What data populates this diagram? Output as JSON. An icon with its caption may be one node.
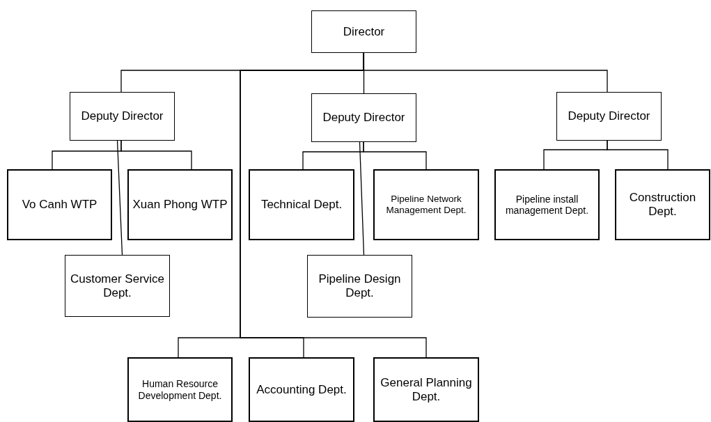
{
  "diagram": {
    "nodes": [
      {
        "text": [
          "Director"
        ]
      },
      {
        "text": [
          "Deputy Director"
        ]
      },
      {
        "text": [
          "Deputy Director"
        ]
      },
      {
        "text": [
          "Deputy Director"
        ]
      },
      {
        "text": [
          "Vo Canh WTP"
        ]
      },
      {
        "text": [
          "Xuan Phong WTP"
        ]
      },
      {
        "text": [
          "Customer Service Dept."
        ]
      },
      {
        "text": [
          "Technical Dept."
        ]
      },
      {
        "text": [
          "Pipeline Network Management Dept."
        ]
      },
      {
        "text": [
          "Pipeline Design Dept."
        ]
      },
      {
        "text": [
          "Pipeline install management Dept."
        ]
      },
      {
        "text": [
          "Construction Dept."
        ]
      },
      {
        "text": [
          "Human Resource Development Dept."
        ]
      },
      {
        "text": [
          "Accounting Dept."
        ]
      },
      {
        "text": [
          "General Planning Dept."
        ]
      }
    ],
    "edges": [
      {
        "from": 0,
        "to": 1,
        "arrow": "none"
      },
      {
        "from": 0,
        "to": 2,
        "arrow": "none"
      },
      {
        "from": 0,
        "to": 3,
        "arrow": "none"
      },
      {
        "from": 0,
        "to": 12,
        "arrow": "none"
      },
      {
        "from": 0,
        "to": 13,
        "arrow": "none"
      },
      {
        "from": 0,
        "to": 14,
        "arrow": "none"
      },
      {
        "from": 1,
        "to": 4,
        "arrow": "none"
      },
      {
        "from": 1,
        "to": 5,
        "arrow": "none"
      },
      {
        "from": 1,
        "to": 6,
        "arrow": "none"
      },
      {
        "from": 2,
        "to": 7,
        "arrow": "none"
      },
      {
        "from": 2,
        "to": 8,
        "arrow": "none"
      },
      {
        "from": 2,
        "to": 9,
        "arrow": "none"
      },
      {
        "from": 3,
        "to": 10,
        "arrow": "none"
      },
      {
        "from": 3,
        "to": 11,
        "arrow": "none"
      }
    ]
  }
}
